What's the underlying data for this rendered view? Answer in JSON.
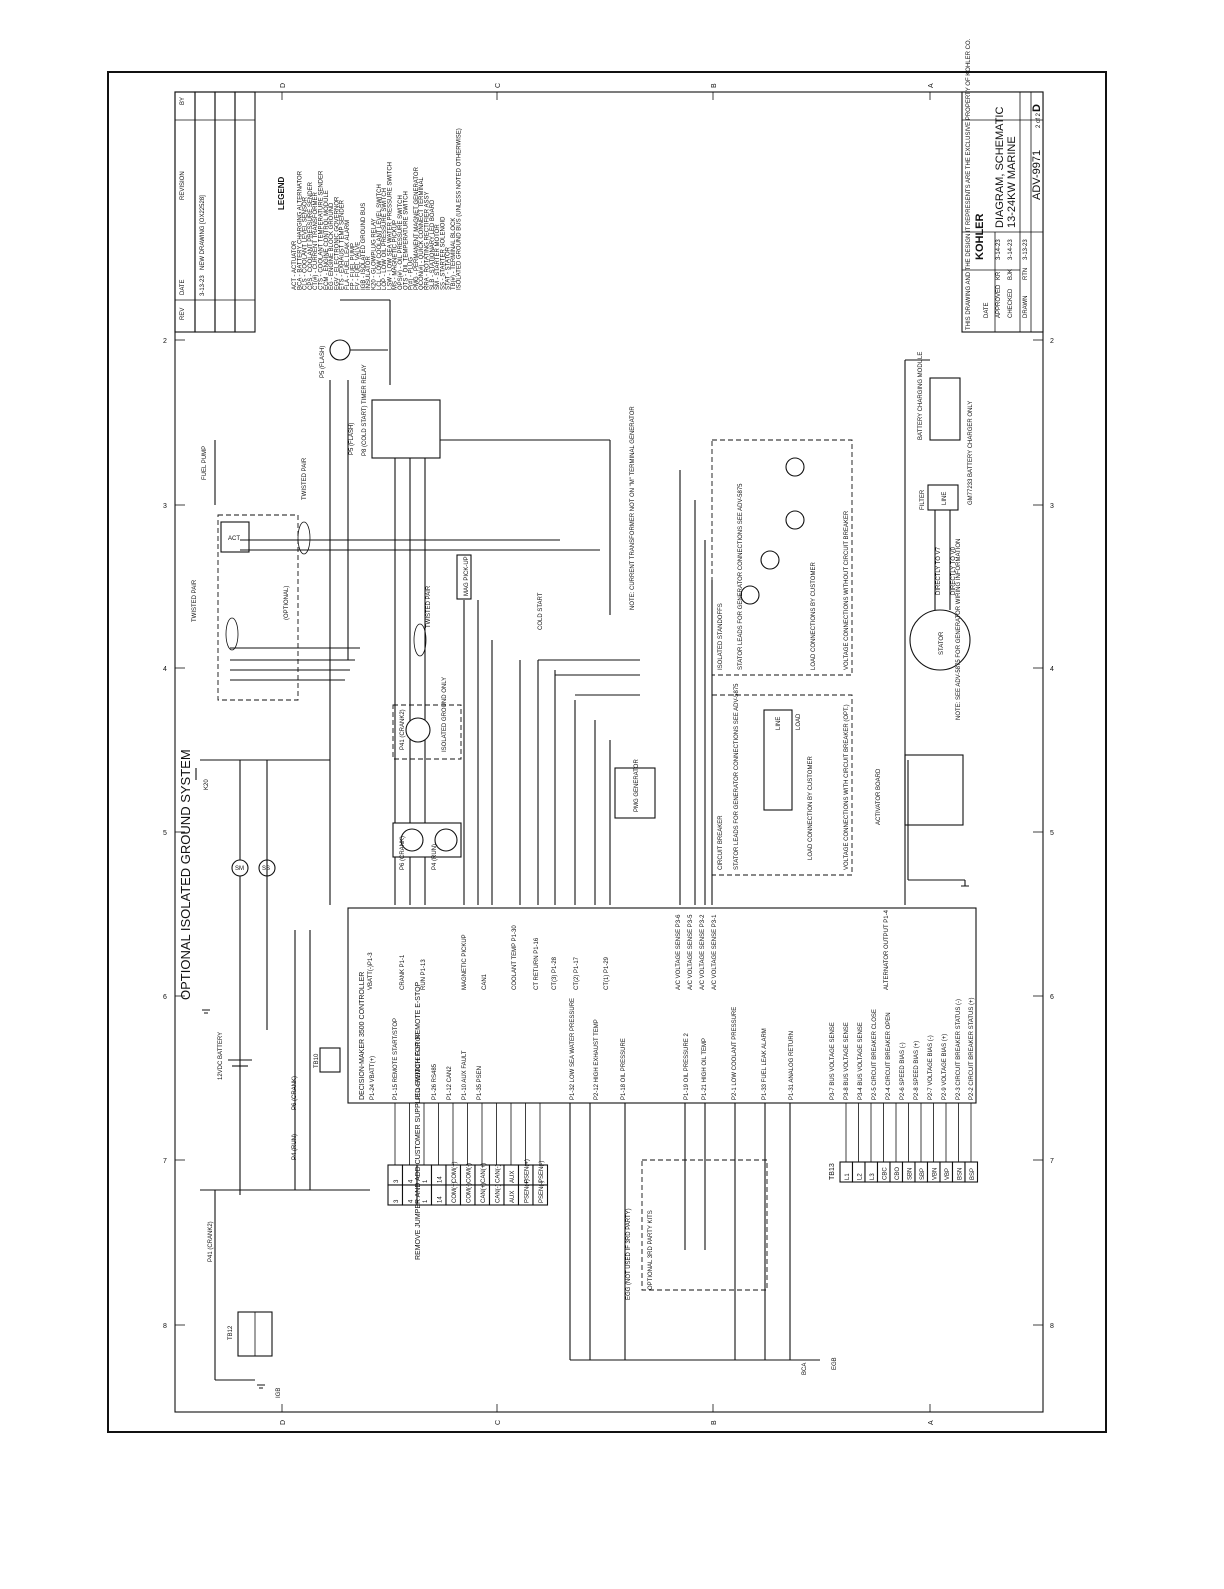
{
  "revision_block": {
    "headers": [
      "REV",
      "DATE",
      "REVISION",
      "BY",
      "REV"
    ],
    "row": {
      "rev": "-",
      "date": "3-13-23",
      "text": "NEW DRAWING [OX22528]"
    }
  },
  "grid": {
    "numbers": [
      "2",
      "3",
      "4",
      "5",
      "6",
      "7",
      "8"
    ],
    "letters": [
      "D",
      "C",
      "B",
      "A"
    ]
  },
  "title_block": {
    "brand": "KOHLER",
    "title_line1": "DIAGRAM, SCHEMATIC",
    "title_line2": "13-24KW MARINE",
    "drawing_no": "ADV-9971",
    "revision": "D",
    "sheet": "2 of 2",
    "drawn_label": "DRAWN",
    "drawn_by": "RTN",
    "checked_label": "CHECKED",
    "checked_by": "BJK",
    "approved_label": "APPROVED",
    "approved_by": "KR",
    "date_label": "DATE",
    "dates": [
      "3-13-23",
      "3-14-23",
      "3-14-23"
    ],
    "fine_print": "THIS DRAWING AND THE DESIGN IT REPRESENTS ARE THE EXCLUSIVE PROPERTY OF KOHLER CO."
  },
  "legend": {
    "heading": "LEGEND",
    "items": [
      "ACT - ACTUATOR",
      "BCA - BATTERY CHARGING ALTERNATOR",
      "CLS - COOLANT LEVEL SENSOR",
      "CPS - COOLANT PRESSURE SENDER",
      "CT(#) - CURRENT TRANSFORMER",
      "CTS - COOLANT TEMPERATURE SENDER",
      "ECM - ENGINE CONTROL MODULE",
      "EG - ENGINE BLOCK GROUND",
      "EGV - ELECTRONIC GOVERNOR",
      "ETS - EXHAUST TEMP SENDER",
      "FLA - FUEL LEAK ALARM",
      "FP - FUEL PUMP",
      "FV - FUEL VALVE",
      "IGB - ISOLATED GROUND BUS",
      "INSULATOR",
      "K20 - GLOWPLUG RELAY",
      "LCL - LOW COOLANT LEVEL SWITCH",
      "LOP - LOW OIL PRESSURE SWITCH",
      "LSW - LOW SEA WATER PRESSURE SWITCH",
      "MS - MAGNETIC PICKUP",
      "OPS(#) - OIL PRESSURE SWITCH",
      "OTS - OIL TEMPERATURE SWITCH",
      "P(#) - PLUG",
      "PMG - PERMANENT MAGNET GENERATOR",
      "QCON(#) - QUICK CONNECT TERMINAL",
      "RRA - ROTATING RECTIFIER ASSY",
      "SLB - STATIONARY LED BOARD",
      "SM - STARTER MOTOR",
      "SS - STARTER SOLENOID",
      "STAT - STATOR",
      "TB(#) - TERMINAL BLOCK",
      "ISOLATED GROUND BUS (UNLESS NOTED OTHERWISE)"
    ]
  },
  "controller": {
    "name": "DECISION-MAKER 3500 CONTROLLER",
    "top_pins": [
      "VBATT(-)P1-3",
      "CRANK P1-1",
      "RUN P1-13",
      "MAGNETIC PICKUP",
      "CAN1",
      "COOLANT TEMP P1-30",
      "CT RETURN P1-16",
      "CT(3) P1-28",
      "CT(2) P1-17",
      "CT(1) P1-29",
      "A/C VOLTAGE SENSE P3-6",
      "A/C VOLTAGE SENSE P3-5",
      "A/C VOLTAGE SENSE P3-2",
      "A/C VOLTAGE SENSE P3-1",
      "ALTERNATOR OUTPUT P1-4"
    ],
    "bottom_pins": [
      "P1-24 VBATT(+)",
      "P1-15 REMOTE START/STOP",
      "P1-14 REMOTE E-STOP",
      "P1-26 RS485",
      "P1-12 CAN2",
      "P1-10 AUX FAULT",
      "P1-35 PSEN",
      "P1-32 LOW SEA WATER PRESSURE",
      "P2-12 HIGH EXHAUST TEMP",
      "P1-18 OIL PRESSURE",
      "P1-19 OIL PRESSURE 2",
      "P1-21 HIGH OIL TEMP",
      "P2-1 LOW COOLANT PRESSURE",
      "P1-33 FUEL LEAK ALARM",
      "P1-31 ANALOG RETURN",
      "P3-7 BUS VOLTAGE SENSE",
      "P3-8 BUS VOLTAGE SENSE",
      "P3-4 BUS VOLTAGE SENSE",
      "P2-5 CIRCUIT BREAKER CLOSE",
      "P2-4 CIRCUIT BREAKER OPEN",
      "P2-6 SPEED BIAS (-)",
      "P2-8 SPEED BIAS (+)",
      "P2-7 VOLTAGE BIAS (-)",
      "P2-9 VOLTAGE BIAS (+)",
      "P2-3 CIRCUIT BREAKER STATUS (-)",
      "P2-2 CIRCUIT BREAKER STATUS (+)"
    ]
  },
  "tb13": {
    "name": "TB13",
    "terminals": [
      "L1",
      "L2",
      "L3",
      "CBC",
      "CBO",
      "SBN",
      "SBP",
      "VBN",
      "VBP",
      "BSN",
      "BSP"
    ]
  },
  "customer_terminal": {
    "rows": [
      [
        "3",
        "3"
      ],
      [
        "4",
        "4"
      ],
      [
        "1",
        "1"
      ],
      [
        "14",
        "14"
      ],
      [
        "COM(+)",
        "COM(+)"
      ],
      [
        "COM(-)",
        "COM(-)"
      ],
      [
        "CAN(+)",
        "CAN(+)"
      ],
      [
        "CAN(-)",
        "CAN(-)"
      ],
      [
        "AUX",
        "AUX"
      ],
      [
        "PSEN(+)",
        "PSEN(+)"
      ],
      [
        "PSEN(-)",
        "PSEN(-)"
      ]
    ],
    "note": "REMOVE JUMPER AND ADD CUSTOMER SUPPLIED SWITCH FOR REMOTE E-STOP"
  },
  "labels": {
    "optional_ground": "OPTIONAL ISOLATED GROUND SYSTEM",
    "battery": "12VDC BATTERY",
    "fuel_pump": "FUEL PUMP",
    "twisted_pair_1": "TWISTED PAIR",
    "twisted_pair_2": "TWISTED PAIR",
    "twisted_pair_3": "TWISTED PAIR",
    "optional": "(OPTIONAL)",
    "act": "ACT",
    "mag_pickup": "MAG PICK-UP",
    "cold_start": "COLD START",
    "cold_start_relay": "P8 (COLD START) TIMER RELAY",
    "p5_flash": "P5 (FLASH)",
    "p5_flash_2": "P5 (FLASH)",
    "p41_crank2": "P41 (CRANK2)",
    "p41_crank2_b": "P41 (CRANK2)",
    "p6_crank": "P6 (CRANK)",
    "p4_run": "P4 (RUN)",
    "p6_crank_b": "P6 (CRANK)",
    "p4_run_b": "P4 (RUN)",
    "gnd_only": "ISOLATED GROUND ONLY",
    "sm": "SM",
    "ss": "SS",
    "k20": "K20",
    "tb12": "TB12",
    "tb10": "TB10",
    "pmg": "PMG GENERATOR",
    "ct_note": "NOTE: CURRENT TRANSFORMER NOT ON \"M\" TERMINAL GENERATOR",
    "circuit_breaker": "CIRCUIT BREAKER",
    "stator_leads_a": "STATOR LEADS FOR GENERATOR CONNECTIONS SEE ADV-5875",
    "stator_leads_b": "STATOR LEADS FOR GENERATOR CONNECTIONS SEE ADV-5875",
    "load_with_cb": "LOAD CONNECTION BY CUSTOMER",
    "voltage_with_cb": "VOLTAGE CONNECTIONS WITH CIRCUIT BREAKER (OPT.)",
    "load_without_cb": "LOAD CONNECTIONS BY CUSTOMER",
    "voltage_without_cb": "VOLTAGE CONNECTIONS WITHOUT CIRCUIT BREAKER",
    "isolated_standoffs": "ISOLATED STANDOFFS",
    "line": "LINE",
    "load": "LOAD",
    "activator_board": "ACTIVATOR BOARD",
    "stator": "STATOR",
    "stator_note": "NOTE: SEE ADV-5875 FOR GENERATOR WIRING INFORMATION",
    "directly_to_v7": "DIRECTLY TO V7",
    "directly_to_v0": "DIRECTLY TO V0",
    "filter": "FILTER",
    "battery_module": "BATTERY CHARGING MODULE",
    "battery_charger": "GM77233 BATTERY CHARGER ONLY",
    "optional_3rd_party": "OPTIONAL 3RD PARTY KITS",
    "ecg_note": "EGG (NOT USED IF 3RD PARTY)",
    "bca": "BCA",
    "igb": "IGB",
    "egb": "EGB"
  }
}
